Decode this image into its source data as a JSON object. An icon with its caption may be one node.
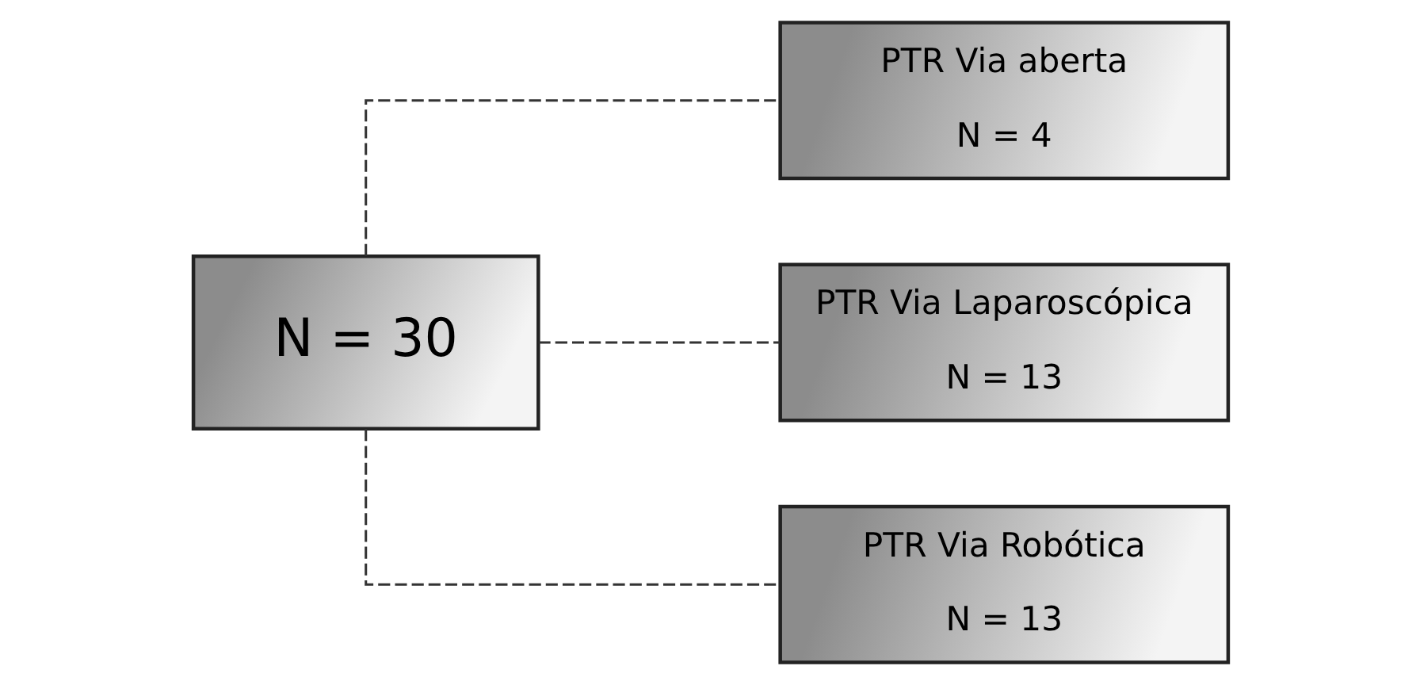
{
  "diagram": {
    "nodes": [
      {
        "text": [
          "N = 30"
        ]
      },
      {
        "text": [
          "PTR Via aberta",
          "N = 4"
        ]
      },
      {
        "text": [
          "PTR Via Laparoscópica",
          "N = 13"
        ]
      },
      {
        "text": [
          "PTR Via Robótica",
          "N = 13"
        ]
      }
    ],
    "edges": [
      {
        "from": 0,
        "to": 1,
        "arrow": "none",
        "style": "dashed"
      },
      {
        "from": 0,
        "to": 2,
        "arrow": "none",
        "style": "dashed"
      },
      {
        "from": 0,
        "to": 3,
        "arrow": "none",
        "style": "dashed"
      }
    ]
  }
}
